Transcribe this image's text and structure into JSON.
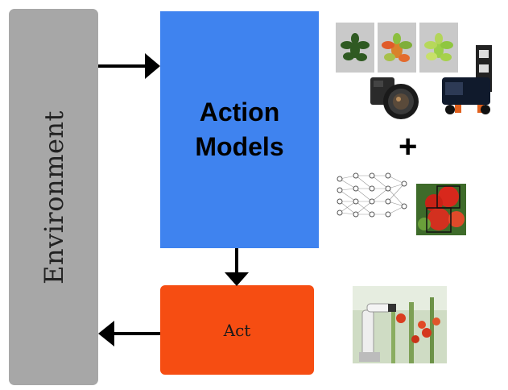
{
  "environment": {
    "label": "Environment",
    "color": "#a7a7a7"
  },
  "action_models": {
    "label": "Action\nModels",
    "color": "#3f83ef"
  },
  "act": {
    "label": "Act",
    "color": "#f64d12"
  },
  "plus": {
    "symbol": "+"
  },
  "illustrations": {
    "plant_panels": [
      "plant-healthy",
      "plant-stressed",
      "plant-yellowing"
    ],
    "camera": "camera-icon",
    "robot_platform": "robot-platform-icon",
    "neural_network": "neural-network-icon",
    "tomato_detection": "tomato-detection-icon",
    "harvest_robot": "harvest-robot-photo"
  }
}
